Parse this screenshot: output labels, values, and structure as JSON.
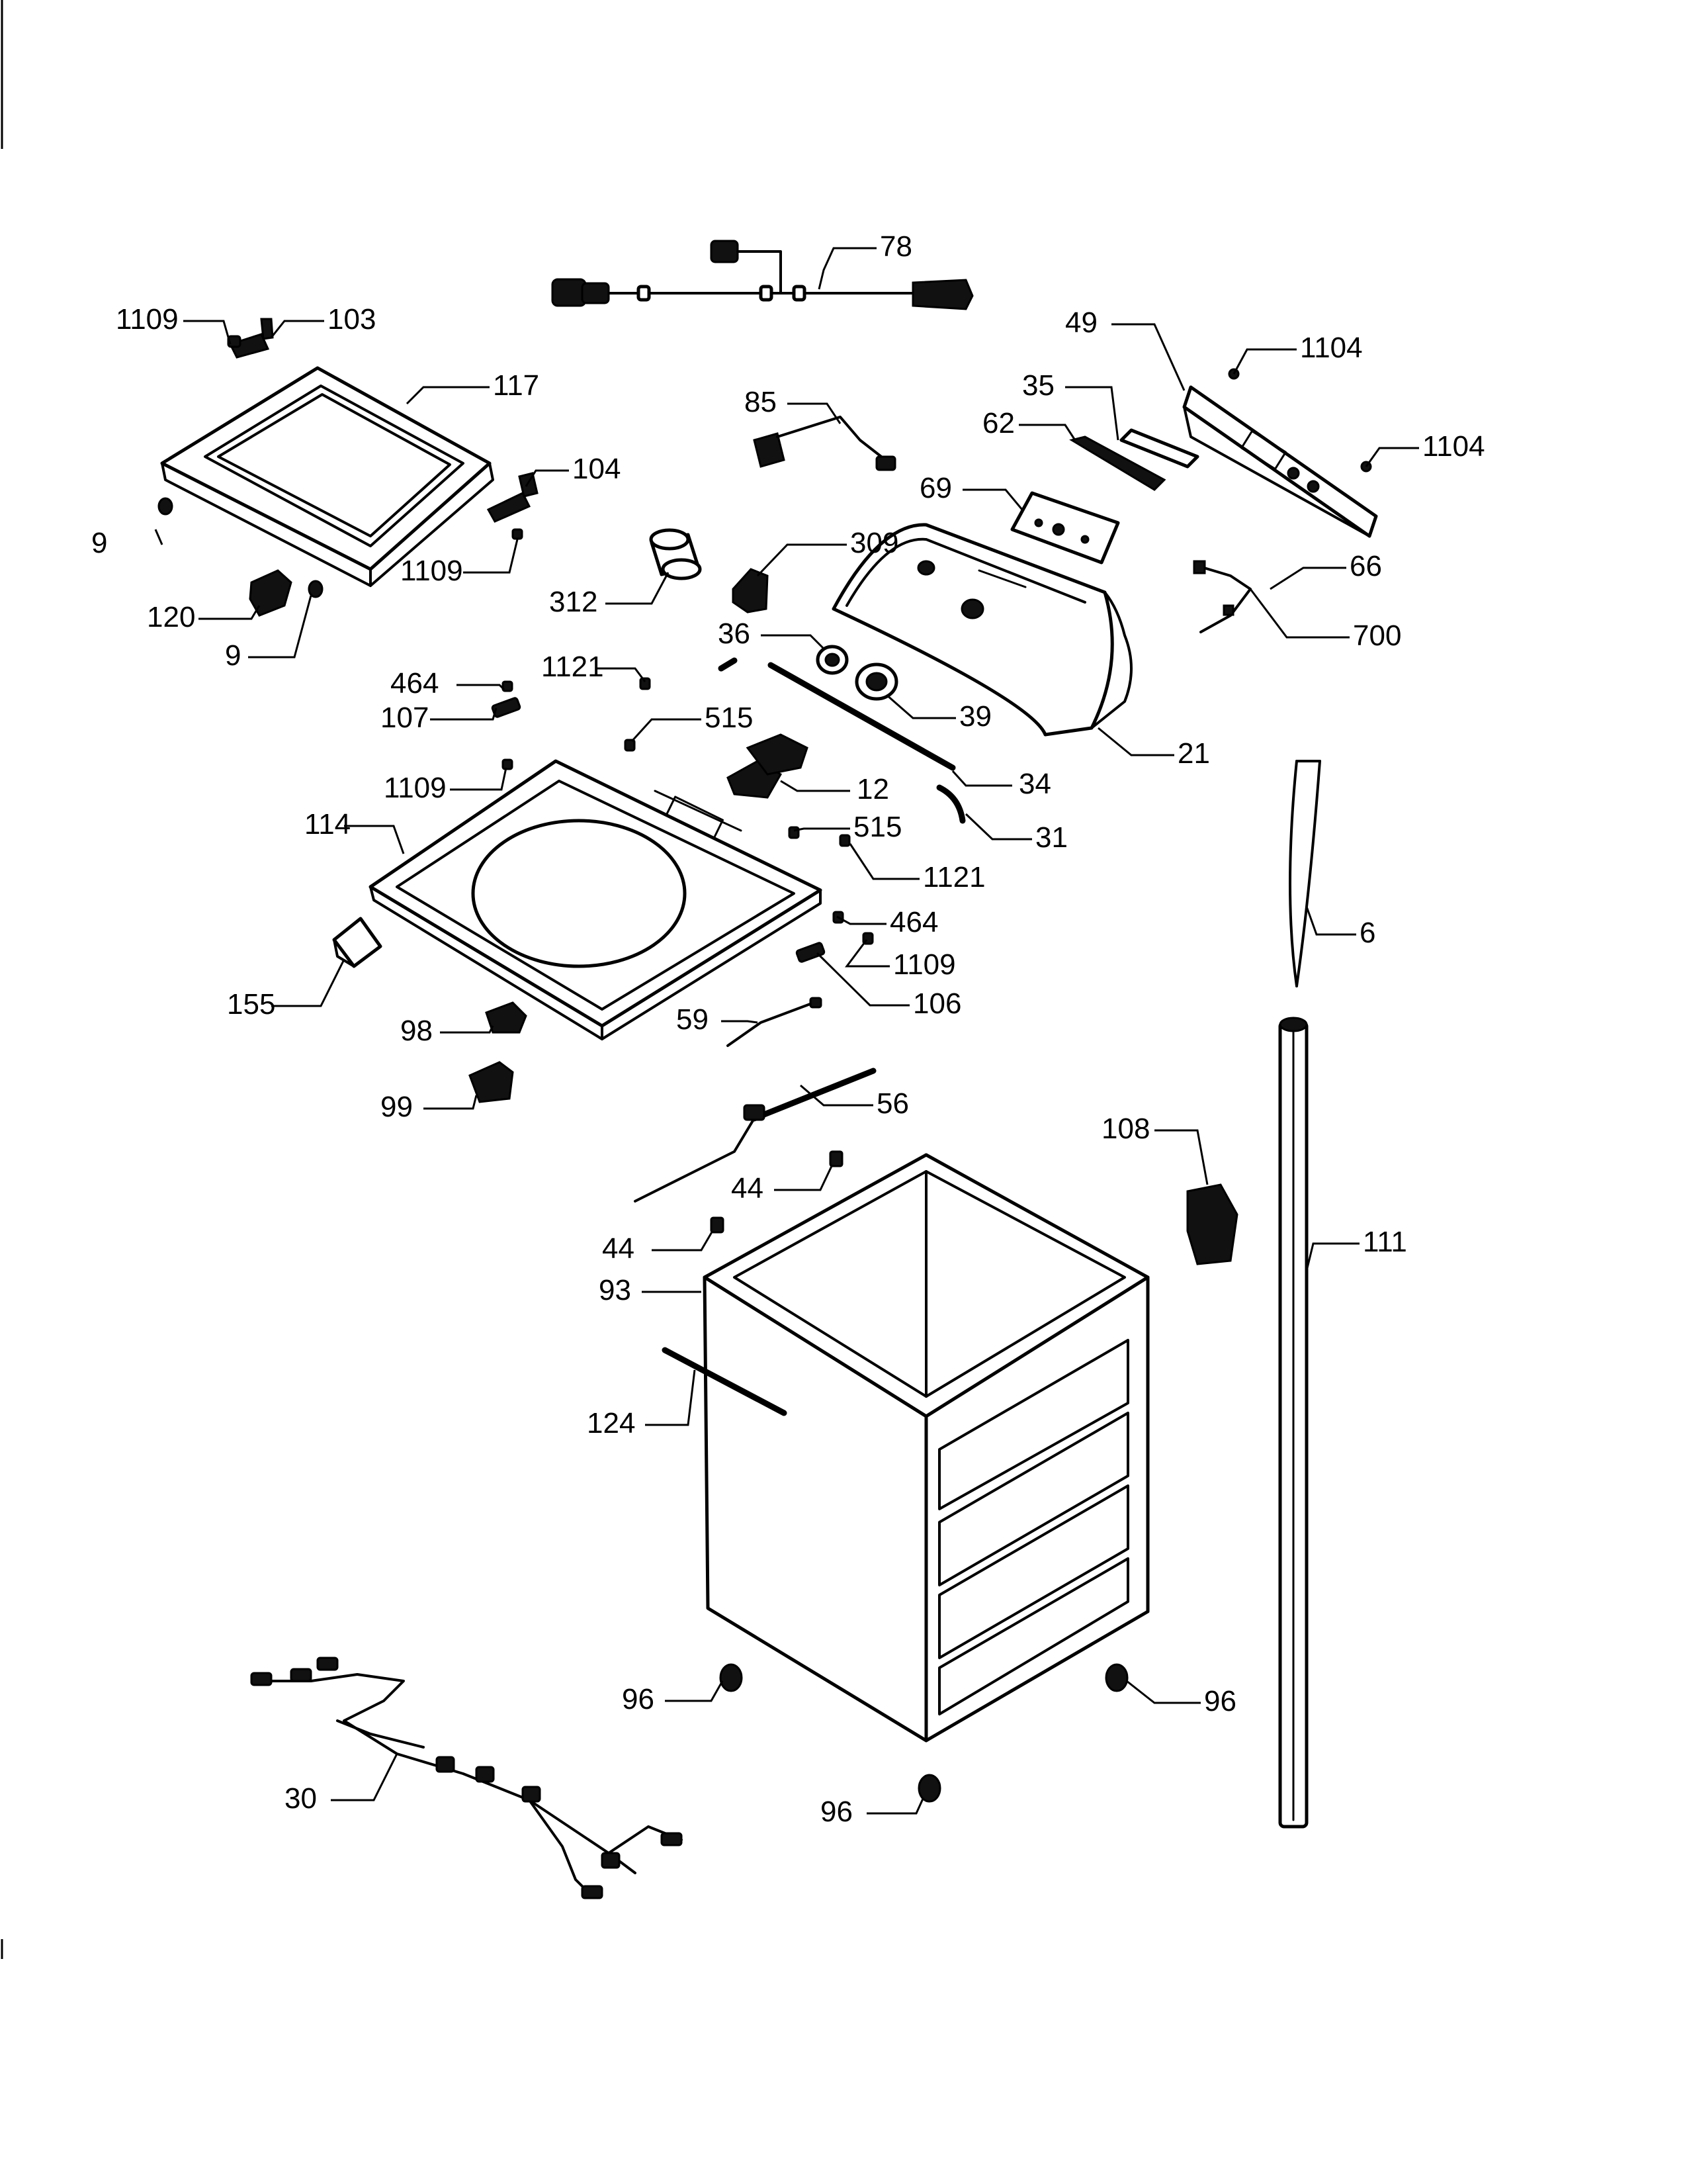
{
  "diagram": {
    "callouts": [
      {
        "id": "78",
        "text": "78"
      },
      {
        "id": "1109-a",
        "text": "1109"
      },
      {
        "id": "103",
        "text": "103"
      },
      {
        "id": "49",
        "text": "49"
      },
      {
        "id": "1104-a",
        "text": "1104"
      },
      {
        "id": "117",
        "text": "117"
      },
      {
        "id": "85",
        "text": "85"
      },
      {
        "id": "35",
        "text": "35"
      },
      {
        "id": "62",
        "text": "62"
      },
      {
        "id": "1104-b",
        "text": "1104"
      },
      {
        "id": "104",
        "text": "104"
      },
      {
        "id": "69",
        "text": "69"
      },
      {
        "id": "9-partial",
        "text": "9"
      },
      {
        "id": "309",
        "text": "309"
      },
      {
        "id": "1109-b",
        "text": "1109"
      },
      {
        "id": "66",
        "text": "66"
      },
      {
        "id": "312",
        "text": "312"
      },
      {
        "id": "120",
        "text": "120"
      },
      {
        "id": "700",
        "text": "700"
      },
      {
        "id": "36",
        "text": "36"
      },
      {
        "id": "9",
        "text": "9"
      },
      {
        "id": "1121-a",
        "text": "1121"
      },
      {
        "id": "464-a",
        "text": "464"
      },
      {
        "id": "39",
        "text": "39"
      },
      {
        "id": "21",
        "text": "21"
      },
      {
        "id": "107",
        "text": "107"
      },
      {
        "id": "515-a",
        "text": "515"
      },
      {
        "id": "1109-c",
        "text": "1109"
      },
      {
        "id": "12",
        "text": "12"
      },
      {
        "id": "34",
        "text": "34"
      },
      {
        "id": "114",
        "text": "114"
      },
      {
        "id": "515-b",
        "text": "515"
      },
      {
        "id": "31",
        "text": "31"
      },
      {
        "id": "1121-b",
        "text": "1121"
      },
      {
        "id": "464-b",
        "text": "464"
      },
      {
        "id": "6",
        "text": "6"
      },
      {
        "id": "1109-d",
        "text": "1109"
      },
      {
        "id": "155",
        "text": "155"
      },
      {
        "id": "106",
        "text": "106"
      },
      {
        "id": "59",
        "text": "59"
      },
      {
        "id": "98",
        "text": "98"
      },
      {
        "id": "56",
        "text": "56"
      },
      {
        "id": "99",
        "text": "99"
      },
      {
        "id": "108",
        "text": "108"
      },
      {
        "id": "44-a",
        "text": "44"
      },
      {
        "id": "111",
        "text": "111"
      },
      {
        "id": "44-b",
        "text": "44"
      },
      {
        "id": "93",
        "text": "93"
      },
      {
        "id": "124",
        "text": "124"
      },
      {
        "id": "96-a",
        "text": "96"
      },
      {
        "id": "96-b",
        "text": "96"
      },
      {
        "id": "30",
        "text": "30"
      },
      {
        "id": "96-c",
        "text": "96"
      }
    ]
  }
}
